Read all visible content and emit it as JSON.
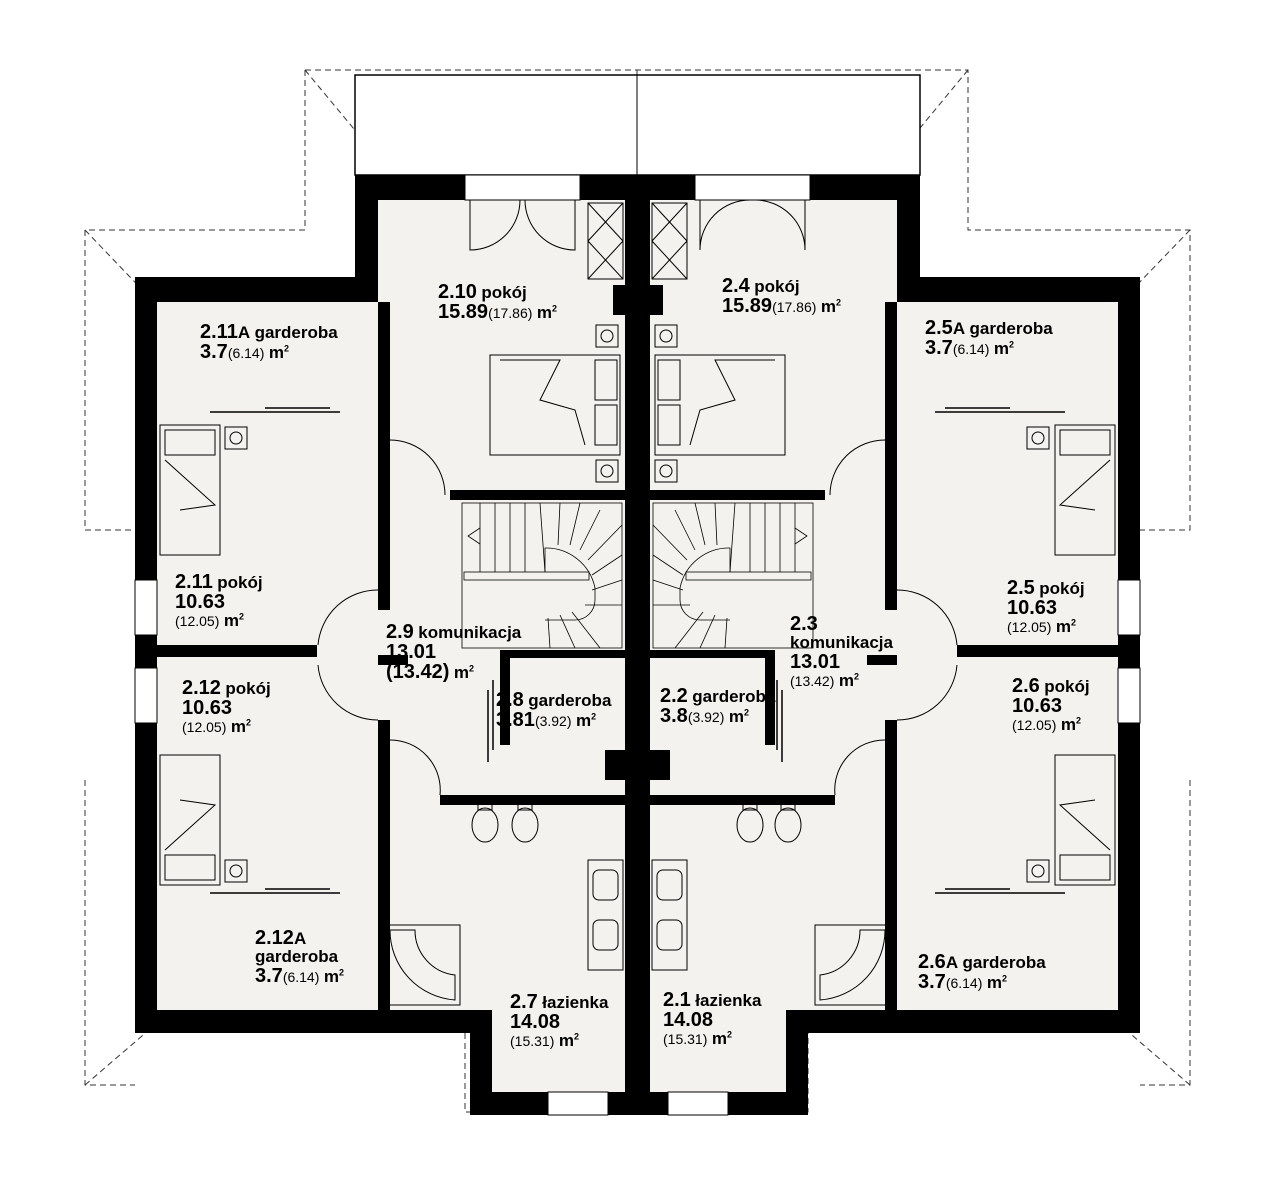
{
  "plan": {
    "rooms": [
      {
        "key": "r2_10",
        "num": "2.10",
        "name": "pokój",
        "area": "15.89",
        "gross": "(17.86)",
        "unit": "m",
        "exp": "2"
      },
      {
        "key": "r2_4",
        "num": "2.4",
        "name": "pokój",
        "area": "15.89",
        "gross": "(17.86)",
        "unit": "m",
        "exp": "2"
      },
      {
        "key": "r2_11a",
        "num": "2.11",
        "suffix": "A",
        "name": "garderoba",
        "area": "3.7",
        "gross": "(6.14)",
        "unit": "m",
        "exp": "2"
      },
      {
        "key": "r2_5a",
        "num": "2.5",
        "suffix": "A",
        "name": "garderoba",
        "area": "3.7",
        "gross": "(6.14)",
        "unit": "m",
        "exp": "2"
      },
      {
        "key": "r2_11",
        "num": "2.11",
        "name": "pokój",
        "area": "10.63",
        "gross": "(12.05)",
        "unit": "m",
        "exp": "2"
      },
      {
        "key": "r2_5",
        "num": "2.5",
        "name": "pokój",
        "area": "10.63",
        "gross": "(12.05)",
        "unit": "m",
        "exp": "2"
      },
      {
        "key": "r2_9",
        "num": "2.9",
        "name": "komunikacja",
        "area": "13.01",
        "gross": "(13.42)",
        "unit": "m",
        "exp": "2"
      },
      {
        "key": "r2_3",
        "num": "2.3",
        "name": "komunikacja",
        "area": "13.01",
        "gross": "(13.42)",
        "unit": "m",
        "exp": "2"
      },
      {
        "key": "r2_12",
        "num": "2.12",
        "name": "pokój",
        "area": "10.63",
        "gross": "(12.05)",
        "unit": "m",
        "exp": "2"
      },
      {
        "key": "r2_6",
        "num": "2.6",
        "name": "pokój",
        "area": "10.63",
        "gross": "(12.05)",
        "unit": "m",
        "exp": "2"
      },
      {
        "key": "r2_8",
        "num": "2.8",
        "name": "garderoba",
        "area": "3.81",
        "gross": "(3.92)",
        "unit": "m",
        "exp": "2"
      },
      {
        "key": "r2_2",
        "num": "2.2",
        "name": "garderoba",
        "area": "3.8",
        "gross": "(3.92)",
        "unit": "m",
        "exp": "2"
      },
      {
        "key": "r2_12a",
        "num": "2.12",
        "suffix": "A",
        "name": "garderoba",
        "area": "3.7",
        "gross": "(6.14)",
        "unit": "m",
        "exp": "2"
      },
      {
        "key": "r2_6a",
        "num": "2.6",
        "suffix": "A",
        "name": "garderoba",
        "area": "3.7",
        "gross": "(6.14)",
        "unit": "m",
        "exp": "2"
      },
      {
        "key": "r2_7",
        "num": "2.7",
        "name": "łazienka",
        "area": "14.08",
        "gross": "(15.31)",
        "unit": "m",
        "exp": "2"
      },
      {
        "key": "r2_1",
        "num": "2.1",
        "name": "łazienka",
        "area": "14.08",
        "gross": "(15.31)",
        "unit": "m",
        "exp": "2"
      }
    ]
  },
  "colors": {
    "wall": "#000000",
    "floor": "#f4f2ee",
    "line": "#222222",
    "dash": "#333333"
  }
}
